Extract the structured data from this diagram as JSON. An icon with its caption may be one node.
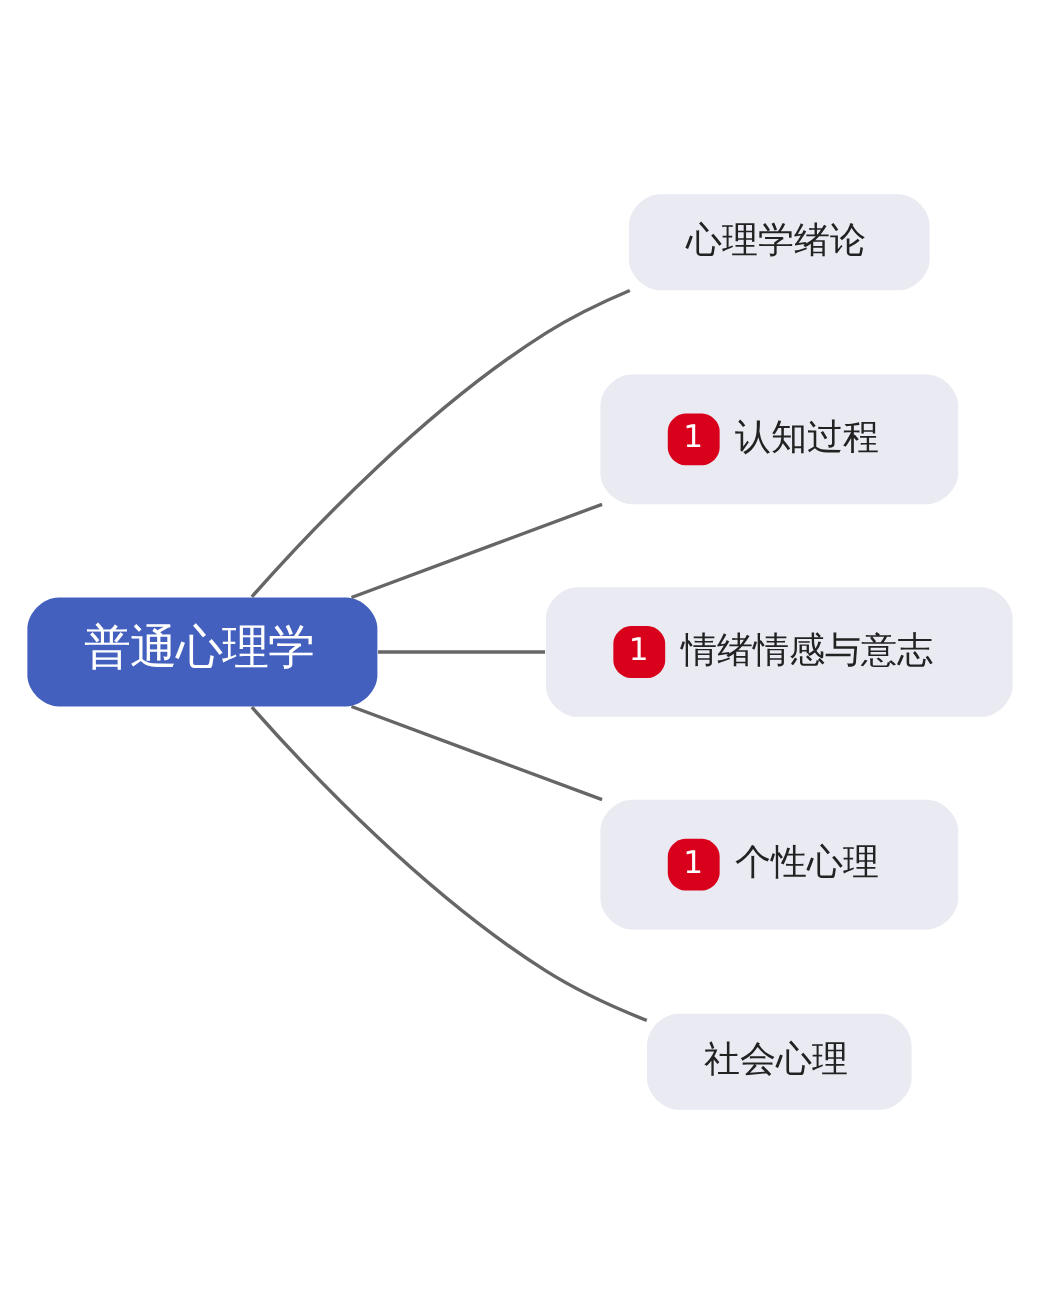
{
  "diagram": {
    "nodes": [
      {
        "text": [
          "普通心理学"
        ]
      },
      {
        "text": [
          "心理学绪论"
        ]
      },
      {
        "text": [
          "1",
          "认知过程"
        ]
      },
      {
        "text": [
          "1",
          "情绪情感与意志"
        ]
      },
      {
        "text": [
          "1",
          "个性心理"
        ]
      },
      {
        "text": [
          "社会心理"
        ]
      }
    ],
    "edges": [
      {
        "from": 0,
        "to": 1,
        "arrow": "none"
      },
      {
        "from": 0,
        "to": 2,
        "arrow": "none"
      },
      {
        "from": 0,
        "to": 3,
        "arrow": "none"
      },
      {
        "from": 0,
        "to": 4,
        "arrow": "none"
      },
      {
        "from": 0,
        "to": 5,
        "arrow": "none"
      }
    ]
  }
}
